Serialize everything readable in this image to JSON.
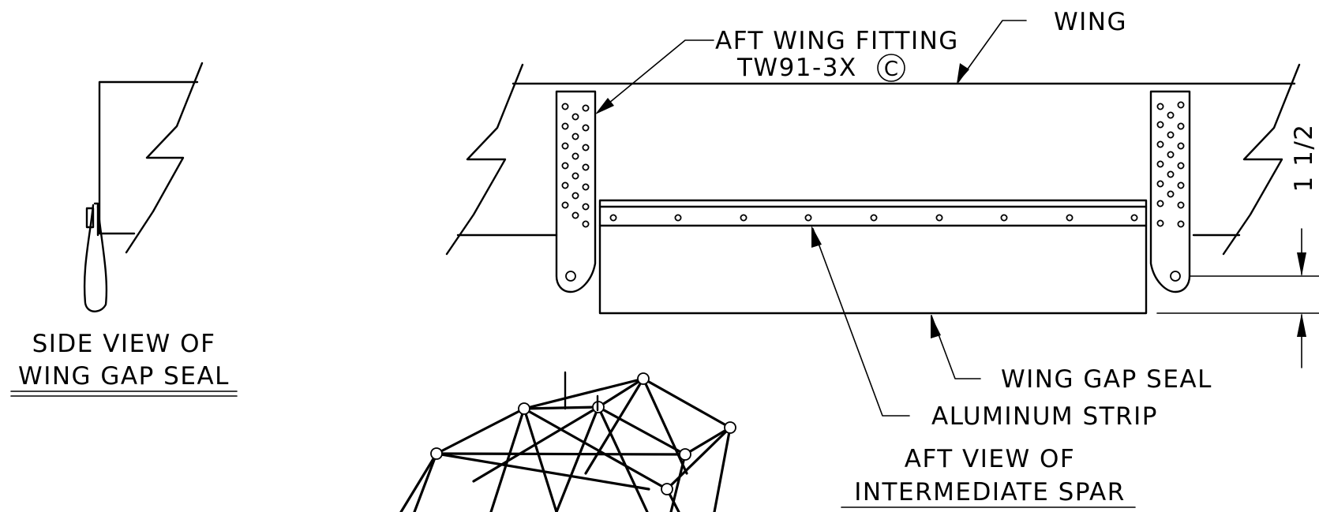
{
  "drawing": {
    "labels": {
      "wing": "WING",
      "aft_wing_fitting": "AFT WING FITTING",
      "fitting_part_number": "TW91-3X",
      "fitting_part_symbol": "C",
      "dimension": "1 1/2",
      "wing_gap_seal": "WING GAP SEAL",
      "aluminum_strip": "ALUMINUM STRIP"
    },
    "side_view_title": [
      "SIDE VIEW OF",
      "WING GAP SEAL"
    ],
    "aft_view_title": [
      "AFT VIEW OF",
      "INTERMEDIATE SPAR"
    ]
  }
}
